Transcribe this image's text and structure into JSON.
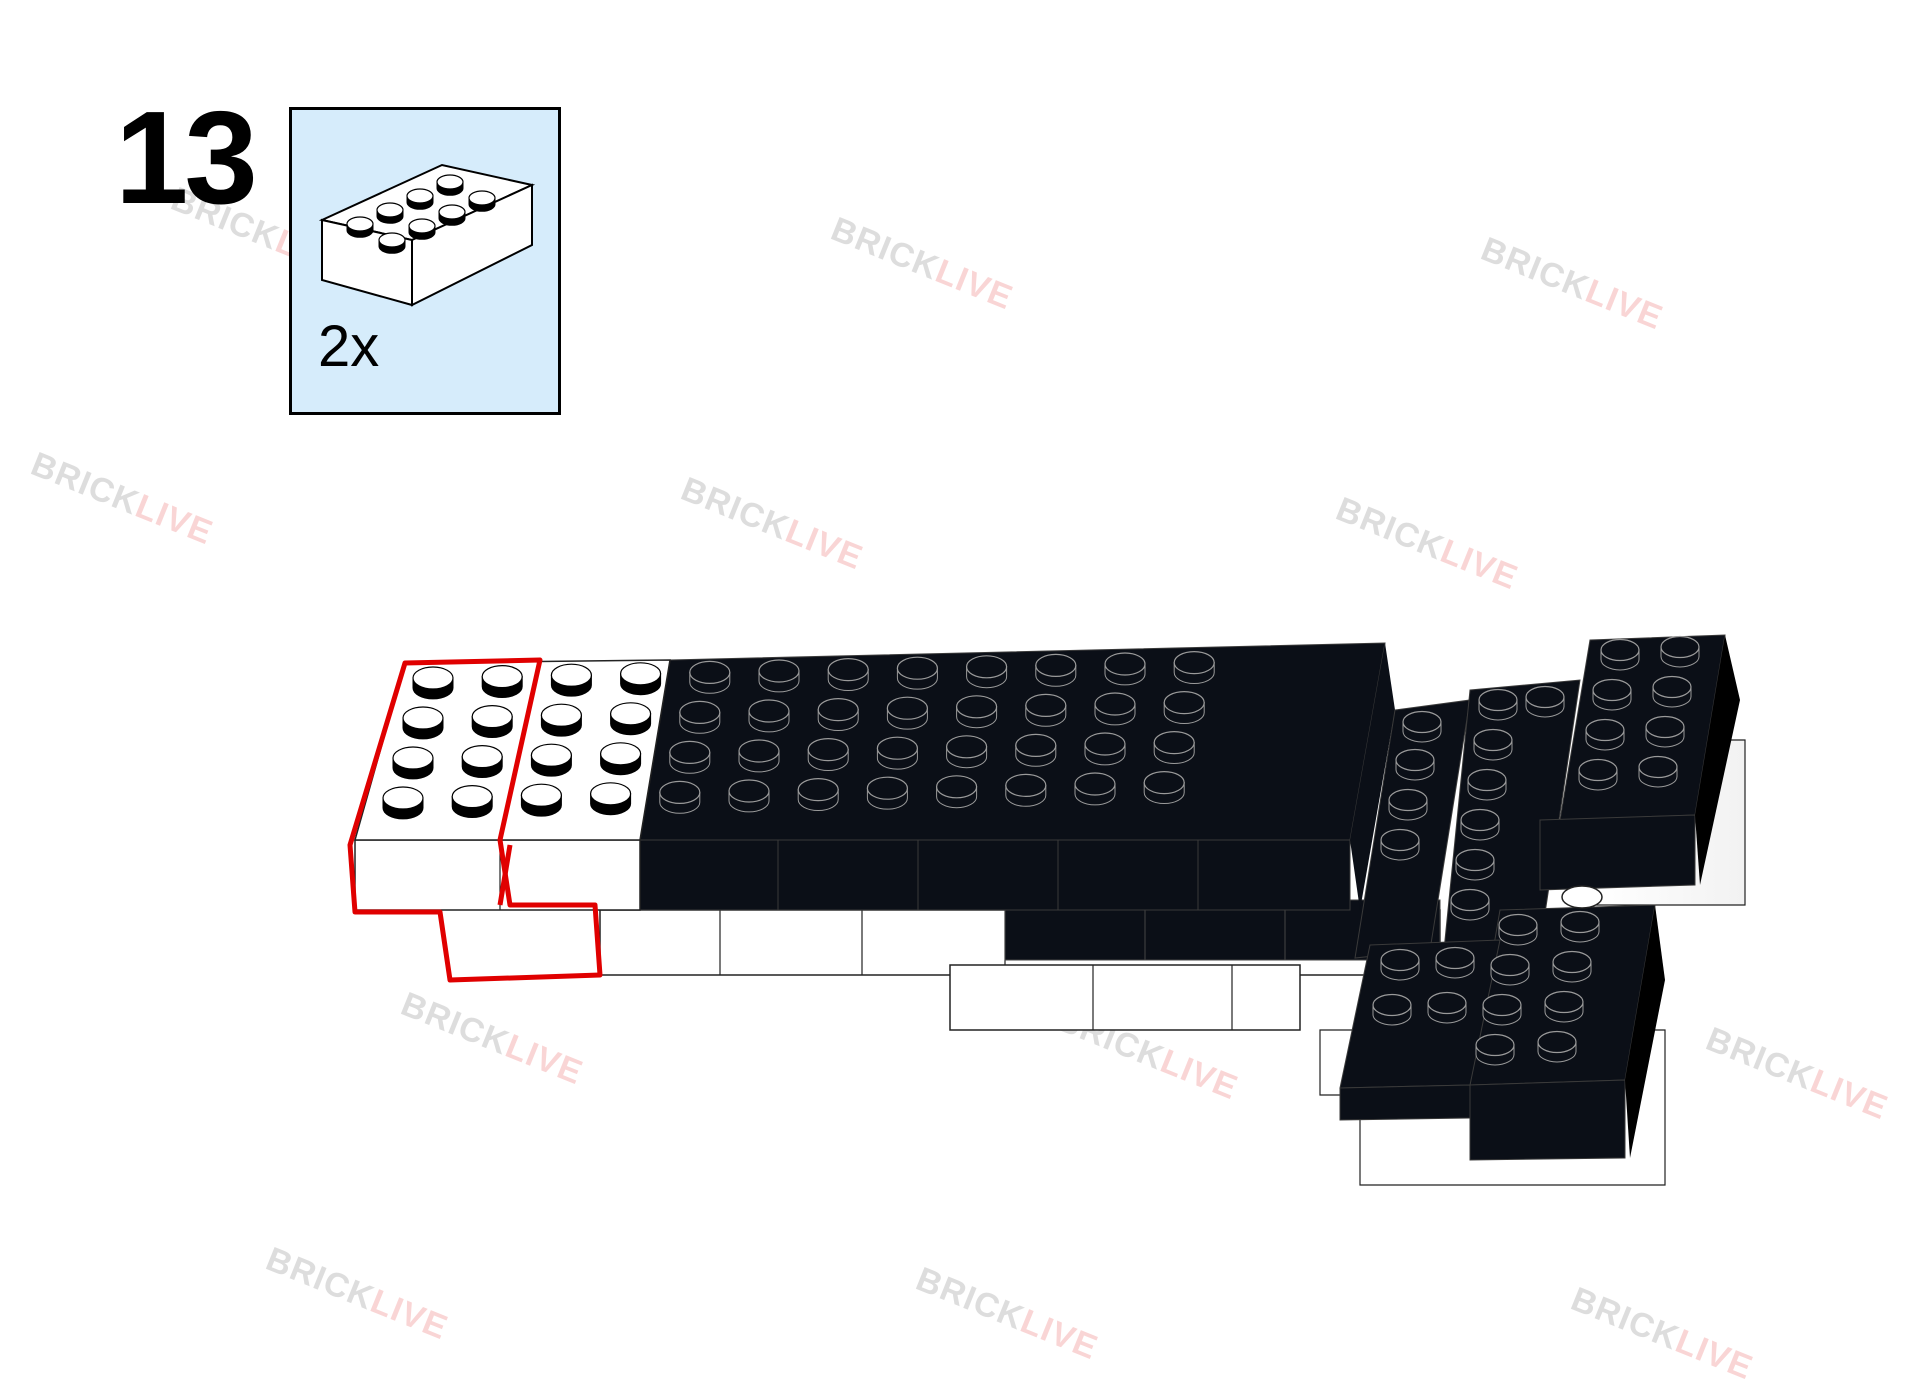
{
  "step": {
    "number": "13",
    "part_quantity": "2x",
    "part": {
      "name": "brick-2x4",
      "color": "#ffffff"
    }
  },
  "watermark": {
    "brand_dark": "BRICK",
    "brand_red": "LIVE"
  },
  "colors": {
    "black_brick": "#0b0f17",
    "white_brick": "#ffffff",
    "highlight": "#e00000",
    "parts_box_bg": "#d6ecfb"
  }
}
